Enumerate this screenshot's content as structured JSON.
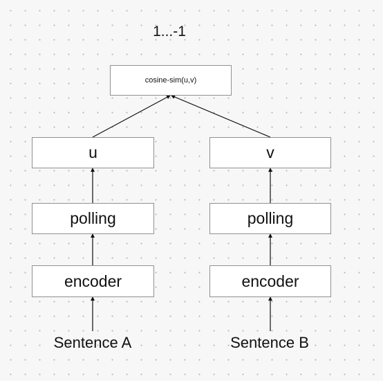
{
  "range_label": "1...-1",
  "similarity_node": "cosine-sim(u,v)",
  "left_branch": {
    "output_node": "u",
    "pooling_node": "polling",
    "encoder_node": "encoder",
    "input_label": "Sentence A"
  },
  "right_branch": {
    "output_node": "v",
    "pooling_node": "polling",
    "encoder_node": "encoder",
    "input_label": "Sentence B"
  },
  "colors": {
    "background": "#f7f7f7",
    "grid_dots": "#b4b4b4",
    "box_border": "#909090",
    "box_fill": "#ffffff",
    "text": "#111111",
    "arrow": "#111111"
  }
}
